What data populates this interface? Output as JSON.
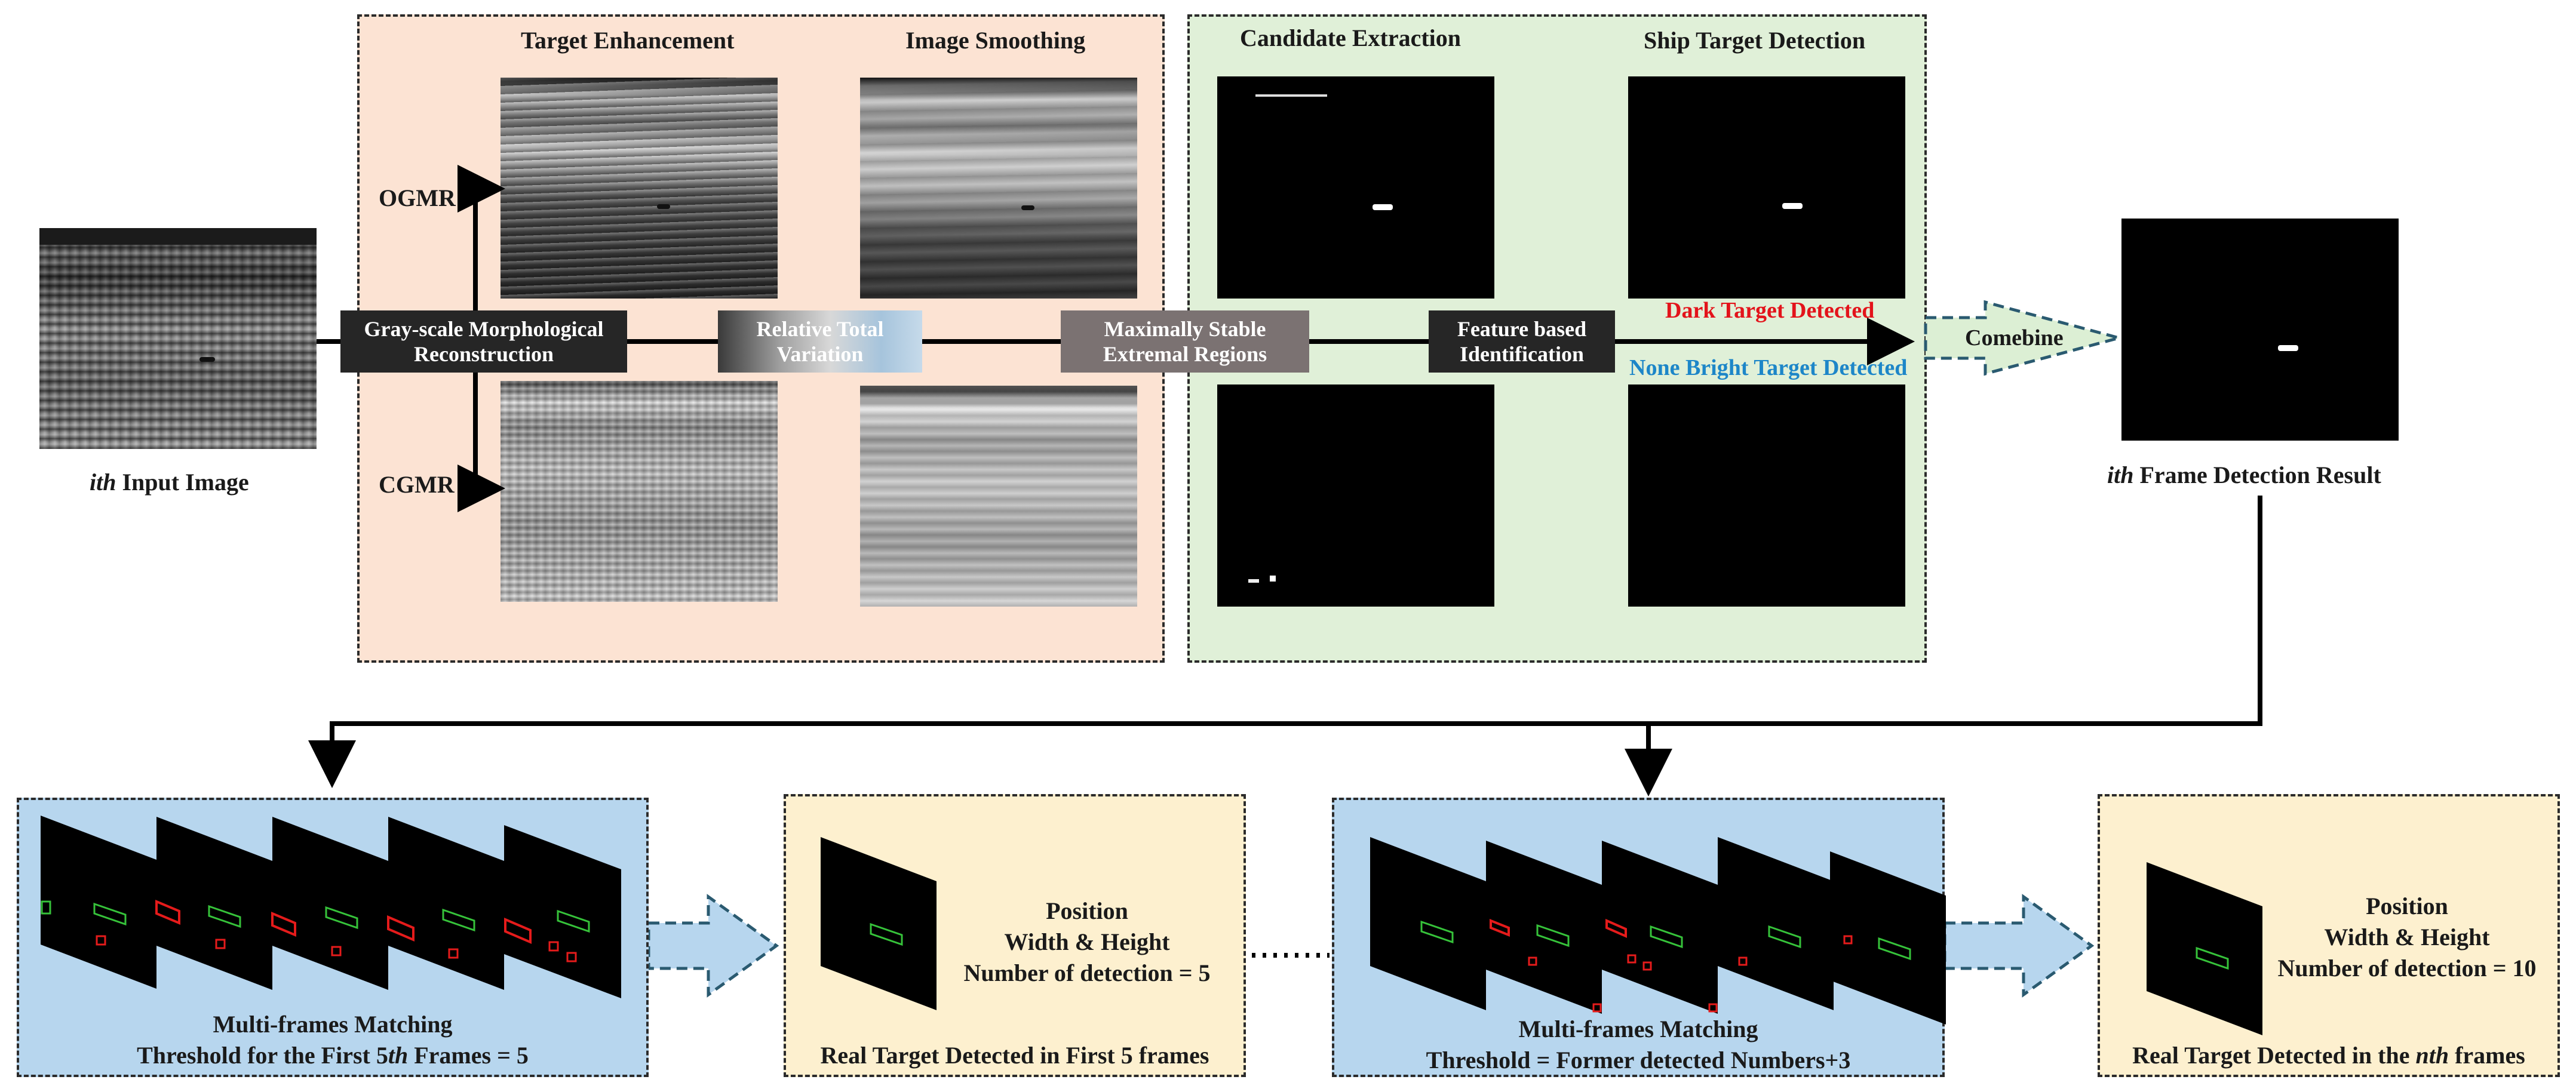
{
  "input": {
    "caption_em": "ith",
    "caption_rest": " Input Image"
  },
  "enhancement_panel": {
    "target_enhancement": "Target Enhancement",
    "image_smoothing": "Image Smoothing",
    "ogmr": "OGMR",
    "cgmr": "CGMR"
  },
  "detection_panel": {
    "candidate_extraction": "Candidate Extraction",
    "ship_target_detection": "Ship Target Detection",
    "dark_detected": "Dark Target Detected",
    "none_bright": "None Bright Target Detected"
  },
  "steps": {
    "gmr_line1": "Gray-scale Morphological",
    "gmr_line2": "Reconstruction",
    "rtv_line1": "Relative Total",
    "rtv_line2": "Variation",
    "mser_line1": "Maximally Stable",
    "mser_line2": "Extremal Regions",
    "feat_line1": "Feature based",
    "feat_line2": "Identification",
    "combine": "Comebine"
  },
  "frame_result": {
    "caption_em": "ith",
    "caption_rest": " Frame Detection Result"
  },
  "bottom": {
    "mf1_title": "Multi-frames Matching",
    "mf1_thresh_a": "Threshold for the First 5",
    "mf1_thresh_em": "th",
    "mf1_thresh_b": " Frames = 5",
    "real1_pos": "Position",
    "real1_wh": "Width & Height",
    "real1_num": "Number of detection = 5",
    "real1_caption": "Real Target Detected in First 5 frames",
    "mf2_title": "Multi-frames Matching",
    "mf2_thresh": "Threshold = Former detected Numbers+3",
    "real2_pos": "Position",
    "real2_wh": "Width & Height",
    "real2_num": "Number of detection = 10",
    "real2_caption_a": "Real Target Detected in the ",
    "real2_caption_em": "nth",
    "real2_caption_b": " frames"
  },
  "colors": {
    "panel_pink": "#fce3d3",
    "panel_green": "#e0f0d8",
    "panel_blue": "#b7d6ee",
    "panel_yellow": "#fdf0cf",
    "dark_label": "#e3131b",
    "bright_label": "#1d86c8",
    "match_green": "#36c23a",
    "match_red": "#e51b1b"
  }
}
